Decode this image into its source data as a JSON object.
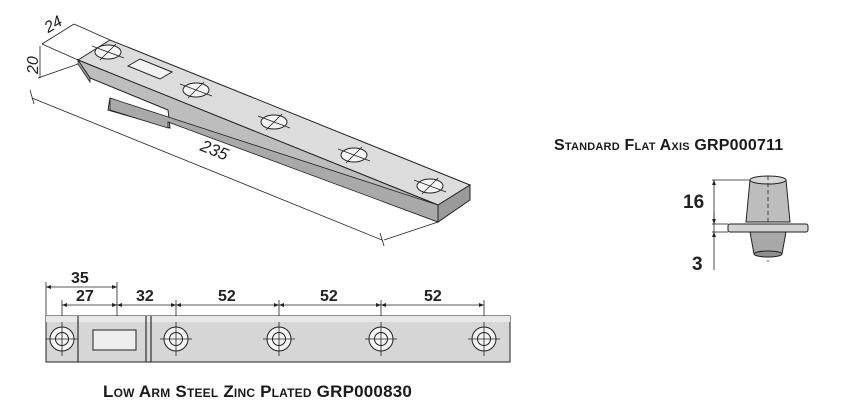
{
  "iso_view": {
    "dims": {
      "width": "24",
      "height": "20",
      "length": "235"
    }
  },
  "flat_view": {
    "dims": {
      "first_hole_to_slot": "35",
      "slot_to_end": "27",
      "slot_to_hole": "32",
      "pitch_1": "52",
      "pitch_2": "52",
      "pitch_3": "52"
    },
    "caption": "Low Arm Steel Zinc Plated GRP000830"
  },
  "axis_view": {
    "title": "Standard Flat Axis GRP000711",
    "dims": {
      "shaft": "16",
      "flange": "3"
    }
  },
  "colors": {
    "steel_light": "#d9d9d9",
    "steel_mid": "#bcbcbc",
    "steel_dark": "#8e8e8e",
    "line": "#222222"
  }
}
